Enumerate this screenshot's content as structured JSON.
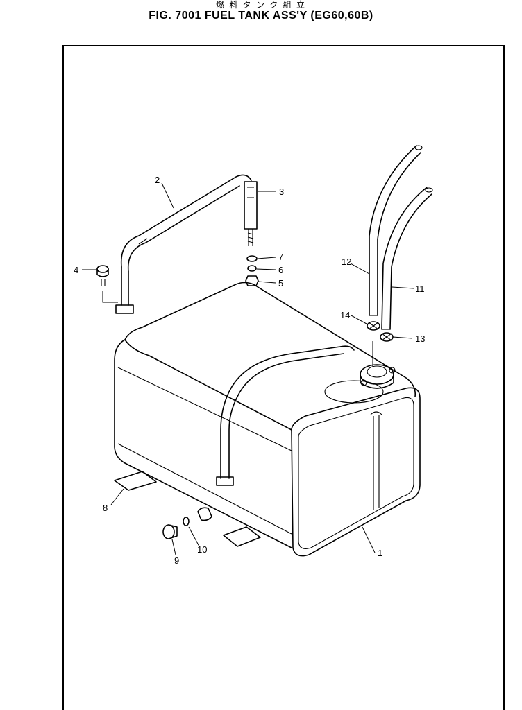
{
  "header": {
    "japanese_title": "燃 料 タ ン ク 組 立",
    "figure_title": "FIG. 7001  FUEL TANK ASS'Y (EG60,60B)"
  },
  "callouts": {
    "c1": "1",
    "c2": "2",
    "c3": "3",
    "c4": "4",
    "c5": "5",
    "c6": "6",
    "c7": "7",
    "c8": "8",
    "c9": "9",
    "c10": "10",
    "c11": "11",
    "c12": "12",
    "c13": "13",
    "c14": "14"
  }
}
